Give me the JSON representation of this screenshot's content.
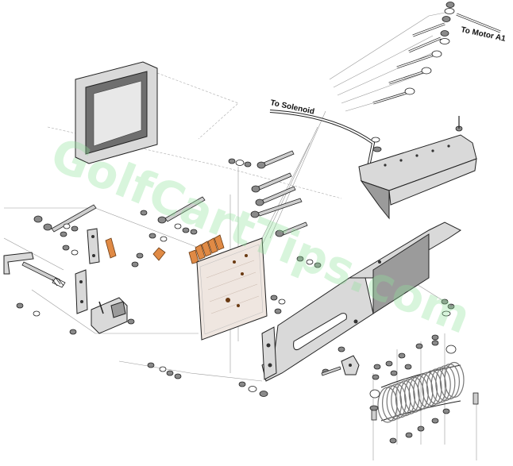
{
  "labels": {
    "motor": "To Motor A1",
    "solenoid": "To Solenoid"
  },
  "watermark": "GolfCartTips.com",
  "colors": {
    "copper": "#e08a45",
    "metal": "#d9d9d9",
    "watermark": "#8fe39a"
  }
}
